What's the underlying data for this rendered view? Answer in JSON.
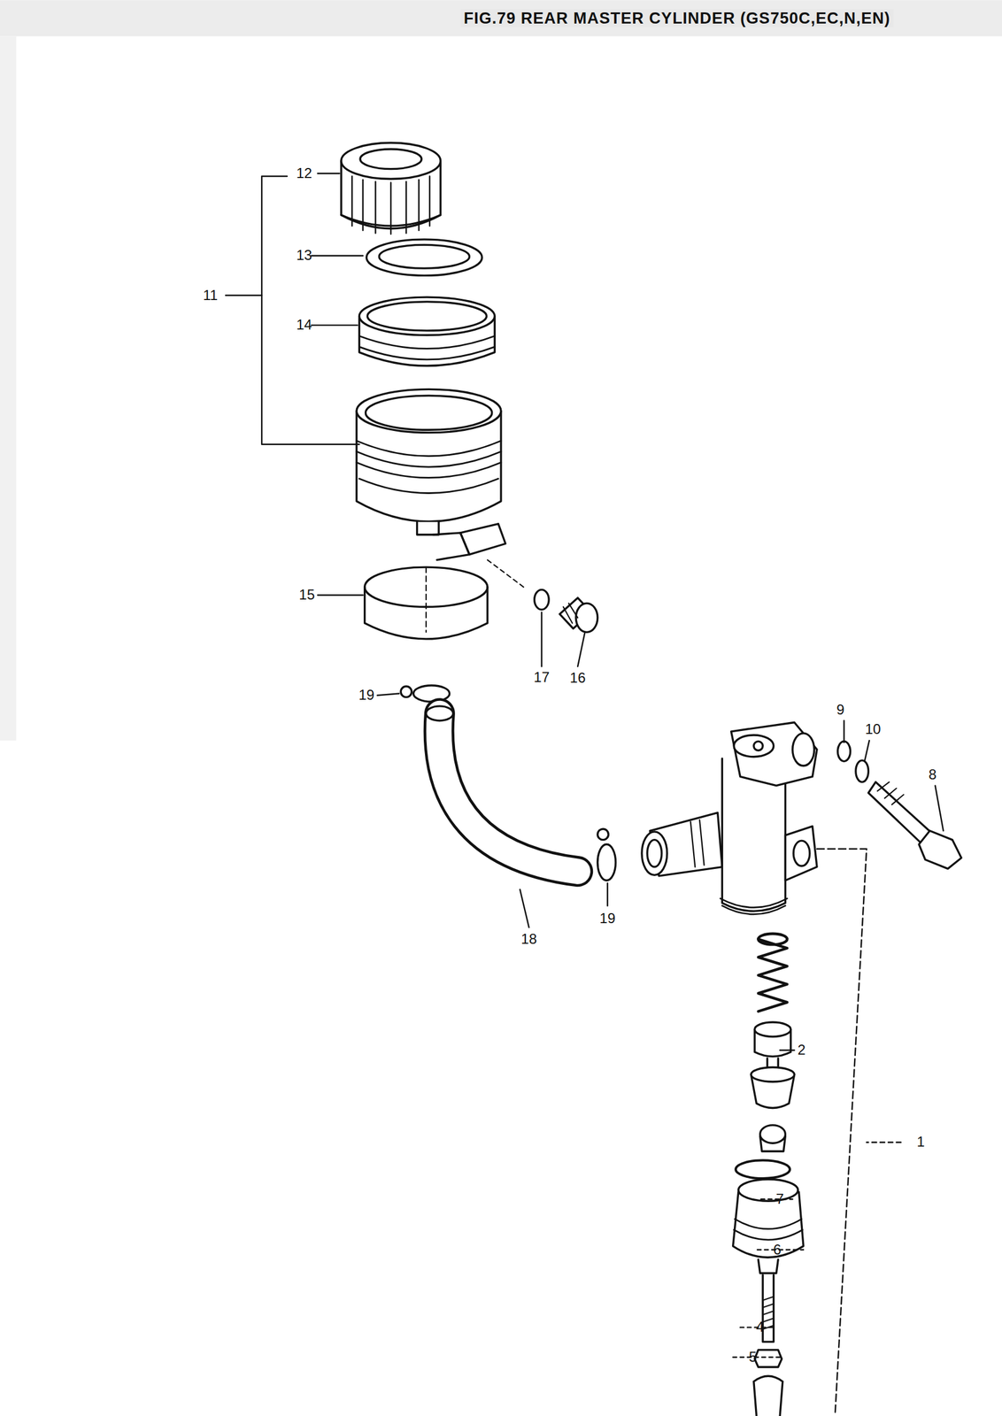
{
  "diagram": {
    "title": "FIG.79 REAR MASTER CYLINDER (GS750C,EC,N,EN)",
    "labels": [
      "12",
      "13",
      "11",
      "14",
      "15",
      "17",
      "16",
      "19",
      "9",
      "10",
      "8",
      "19",
      "18",
      "1",
      "2",
      "7",
      "6",
      "4",
      "5"
    ]
  }
}
